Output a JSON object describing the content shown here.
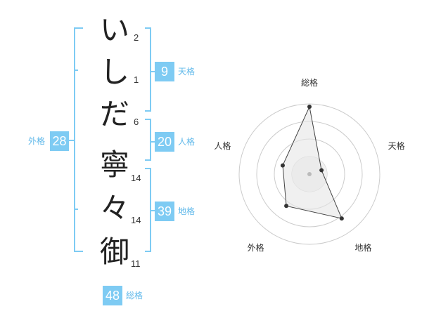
{
  "name": {
    "characters": [
      {
        "char": "い",
        "strokes": "2"
      },
      {
        "char": "し",
        "strokes": "1"
      },
      {
        "char": "だ",
        "strokes": "6"
      },
      {
        "char": "寧",
        "strokes": "14"
      },
      {
        "char": "々",
        "strokes": "14"
      },
      {
        "char": "御",
        "strokes": "11"
      }
    ]
  },
  "fortunes": {
    "tenkaku": {
      "value": "9",
      "label": "天格"
    },
    "jinkaku": {
      "value": "20",
      "label": "人格"
    },
    "chikaku": {
      "value": "39",
      "label": "地格"
    },
    "gaikaku": {
      "value": "28",
      "label": "外格"
    },
    "soukaku": {
      "value": "48",
      "label": "総格"
    }
  },
  "colors": {
    "accent": "#7ecbf3",
    "accent_text": "#5fb8ea",
    "grid": "#cccccc"
  },
  "chart_data": {
    "type": "radar",
    "axes": [
      "総格",
      "天格",
      "地格",
      "外格",
      "人格"
    ],
    "values": [
      48,
      9,
      39,
      28,
      20
    ],
    "ring_count": 4,
    "grid": true
  }
}
